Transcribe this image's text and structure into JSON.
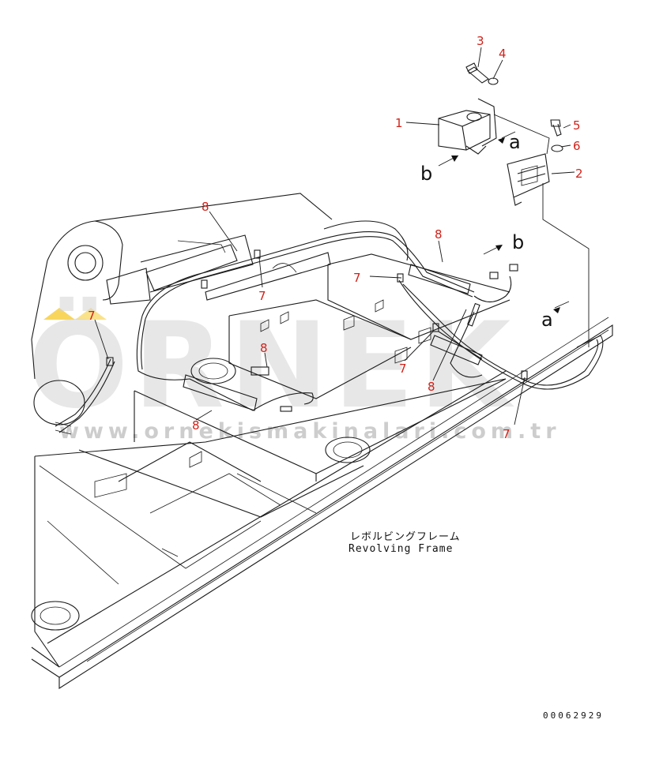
{
  "diagram": {
    "frame_label_jp": "レボルビングフレーム",
    "frame_label_en": "Revolving Frame",
    "drawing_code": "00062929",
    "callouts": [
      "1",
      "2",
      "3",
      "4",
      "5",
      "6",
      "7",
      "8"
    ],
    "view_letters": [
      "a",
      "b"
    ],
    "callout_color": "#d0221a"
  },
  "watermark": {
    "brand": "ÖRNEK",
    "url": "www.ornekismakinalari.com.tr",
    "color": "#d4d4d4",
    "accent": "#f5c518"
  }
}
